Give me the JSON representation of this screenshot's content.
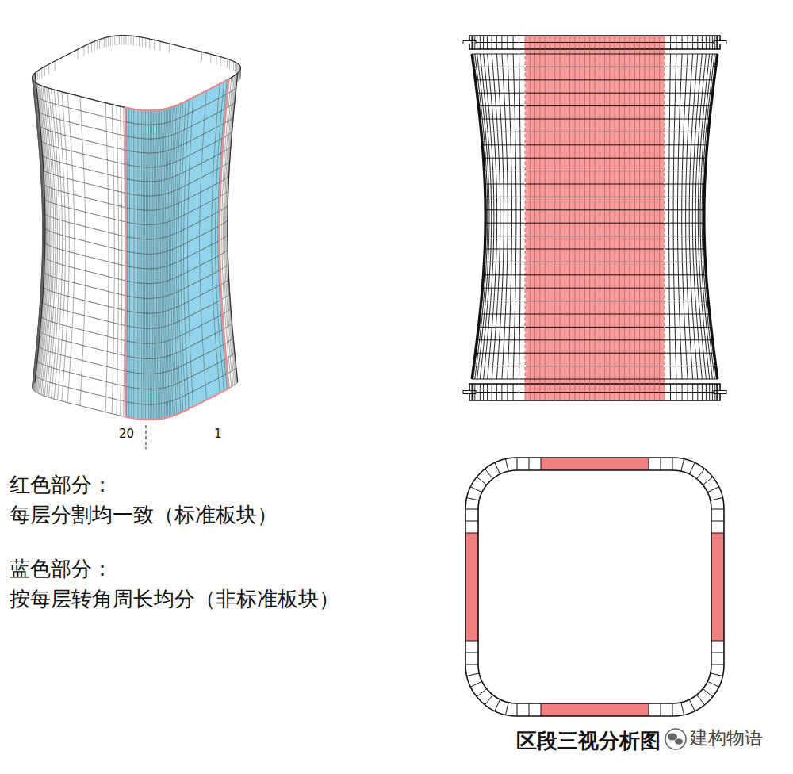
{
  "diagram": {
    "caption": "区段三视分析图",
    "labels": [
      "20",
      "1",
      "红色部分：",
      "每层分割均一致（标准板块）",
      "蓝色部分：",
      "按每层转角周长均分（非标准板块）",
      "建构物语"
    ]
  }
}
